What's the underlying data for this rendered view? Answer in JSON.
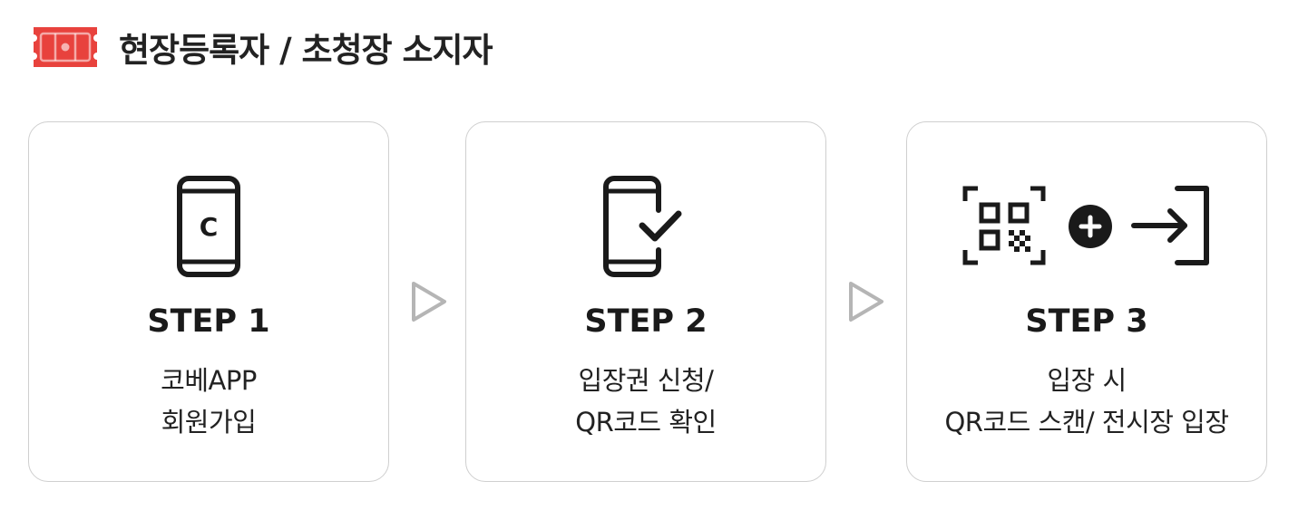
{
  "header": {
    "title": "현장등록자 / 초청장 소지자",
    "icon": "ticket-icon",
    "icon_color": "#e8423d"
  },
  "steps": [
    {
      "step": "STEP 1",
      "icon": "smartphone-app-icon",
      "icon_letter": "C",
      "lines": [
        "코베APP",
        "회원가입"
      ]
    },
    {
      "step": "STEP 2",
      "icon": "phone-check-icon",
      "lines": [
        "입장권 신청/",
        "QR코드 확인"
      ]
    },
    {
      "step": "STEP 3",
      "icon": "qr-scan-enter-icon",
      "lines": [
        "입장 시",
        "QR코드 스캔/ 전시장 입장"
      ]
    }
  ],
  "colors": {
    "card_border": "#cfcfcf",
    "arrow": "#b5b5b5",
    "text": "#1a1a1a"
  }
}
